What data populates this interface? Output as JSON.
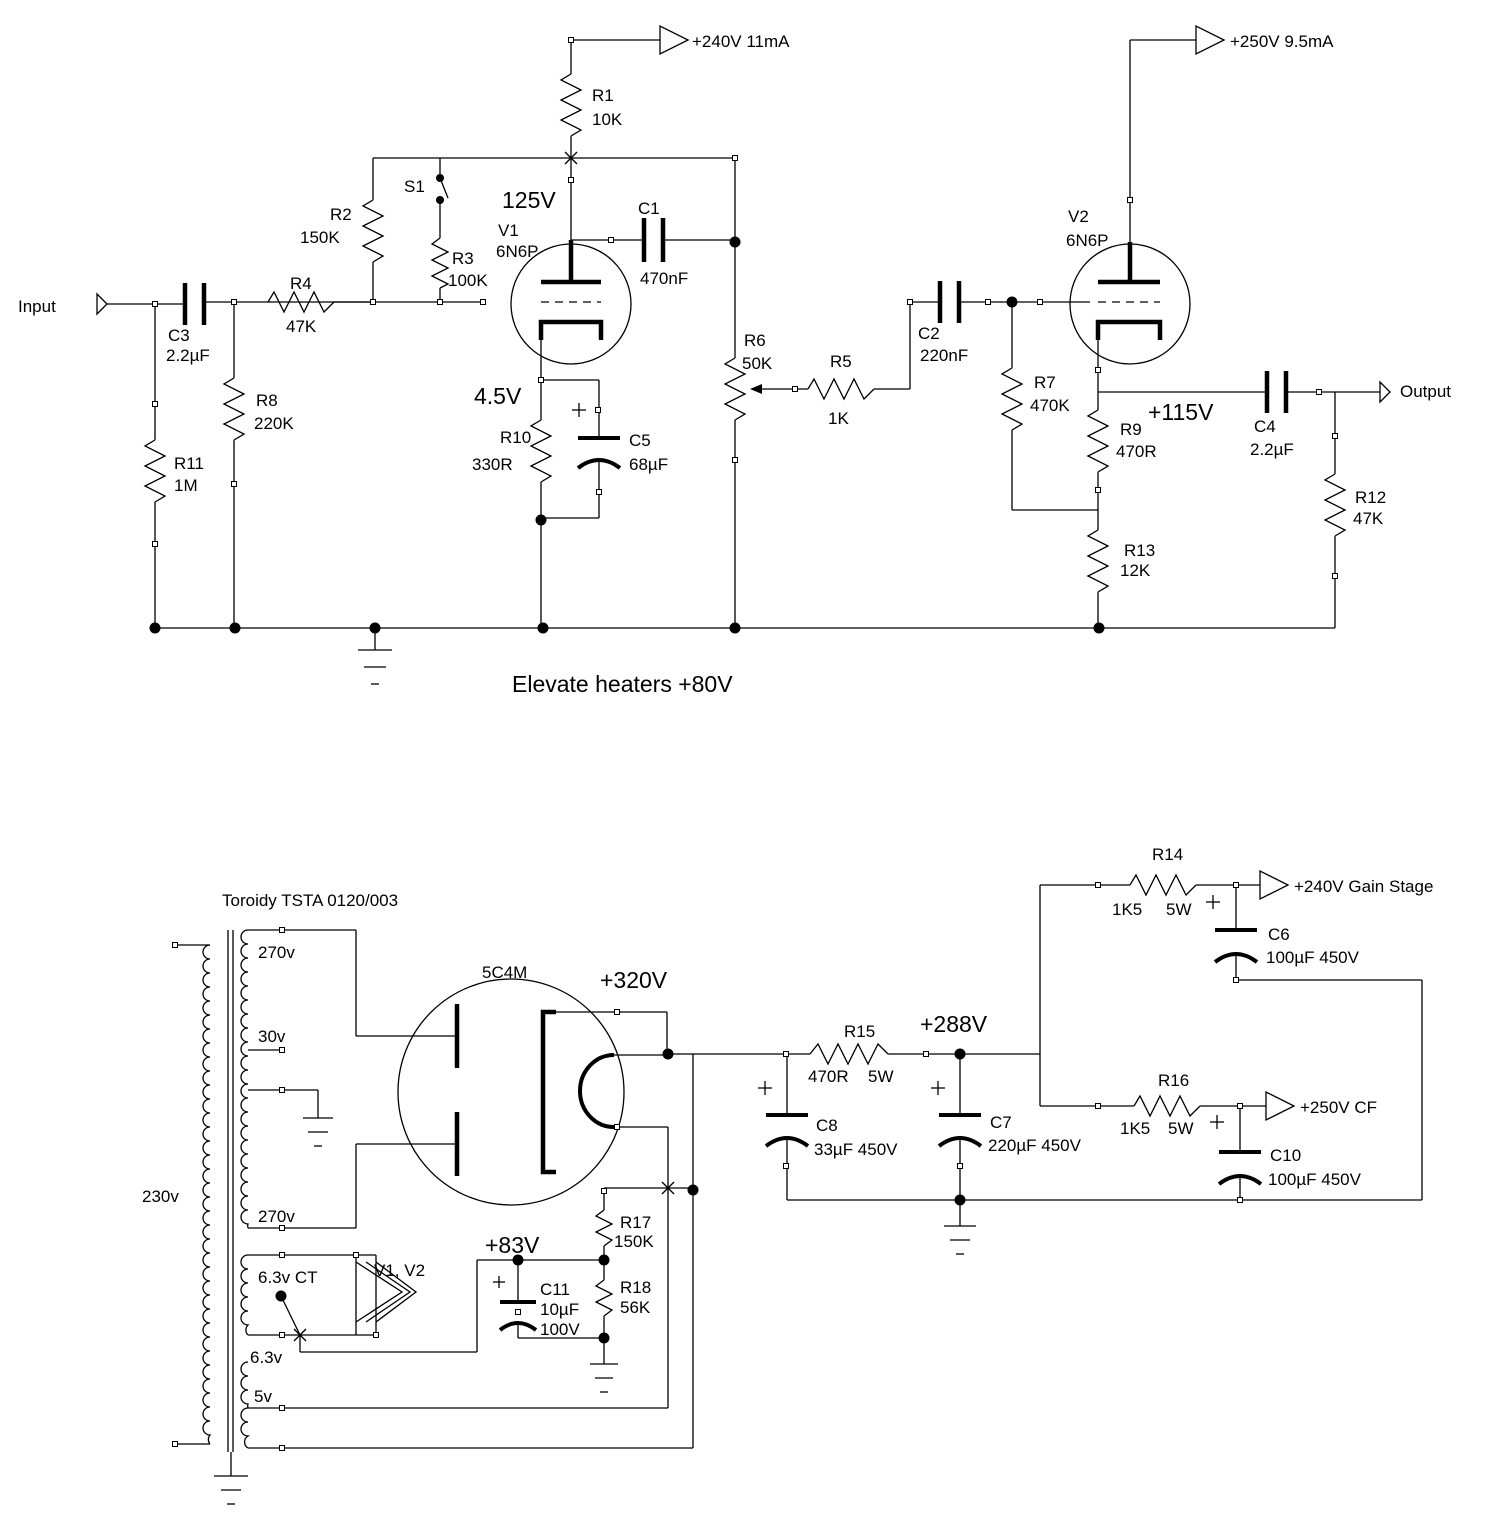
{
  "schematic": {
    "stage1": {
      "v1": {
        "ref": "V1",
        "type": "6N6P"
      },
      "v2": {
        "ref": "V2",
        "type": "6N6P"
      },
      "input": "Input",
      "output": "Output",
      "rail_gain": "+240V 11mA",
      "rail_cf": "+250V 9.5mA",
      "anode_v1": "125V",
      "cathode_v1": "4.5V",
      "cathode_v2": "+115V",
      "heater_note": "Elevate heaters +80V",
      "switch": "S1",
      "resistors": [
        {
          "ref": "R1",
          "value": "10K"
        },
        {
          "ref": "R2",
          "value": "150K"
        },
        {
          "ref": "R3",
          "value": "100K"
        },
        {
          "ref": "R4",
          "value": "47K"
        },
        {
          "ref": "R5",
          "value": "1K"
        },
        {
          "ref": "R6",
          "value": "50K"
        },
        {
          "ref": "R7",
          "value": "470K"
        },
        {
          "ref": "R8",
          "value": "220K"
        },
        {
          "ref": "R9",
          "value": "470R"
        },
        {
          "ref": "R10",
          "value": "330R"
        },
        {
          "ref": "R11",
          "value": "1M"
        },
        {
          "ref": "R12",
          "value": "47K"
        },
        {
          "ref": "R13",
          "value": "12K"
        }
      ],
      "capacitors": [
        {
          "ref": "C1",
          "value": "470nF"
        },
        {
          "ref": "C2",
          "value": "220nF"
        },
        {
          "ref": "C3",
          "value": "2.2µF"
        },
        {
          "ref": "C4",
          "value": "2.2µF"
        },
        {
          "ref": "C5",
          "value": "68µF"
        }
      ]
    },
    "psu": {
      "transformer": "Toroidy TSTA 0120/003",
      "primary": "230v",
      "sec_top": "270v",
      "sec_mid": "30v",
      "sec_bot": "270v",
      "heater_ct": "6.3v CT",
      "heater_tubes": "V1, V2",
      "heater_b": "6.3v",
      "heater_5v": "5v",
      "rectifier": "5C4M",
      "v_rect": "+320V",
      "v_filter": "+288V",
      "v_heater": "+83V",
      "out_gain": "+240V Gain Stage",
      "out_cf": "+250V CF",
      "r14": {
        "ref": "R14",
        "value": "1K5",
        "power": "5W"
      },
      "r15": {
        "ref": "R15",
        "value": "470R",
        "power": "5W"
      },
      "r16": {
        "ref": "R16",
        "value": "1K5",
        "power": "5W"
      },
      "r17": {
        "ref": "R17",
        "value": "150K"
      },
      "r18": {
        "ref": "R18",
        "value": "56K"
      },
      "c6": {
        "ref": "C6",
        "value": "100µF  450V"
      },
      "c7": {
        "ref": "C7",
        "value": "220µF  450V"
      },
      "c8": {
        "ref": "C8",
        "value": "33µF  450V"
      },
      "c10": {
        "ref": "C10",
        "value": "100µF  450V"
      },
      "c11": {
        "ref": "C11",
        "value": "10µF",
        "voltage": "100V"
      }
    }
  }
}
